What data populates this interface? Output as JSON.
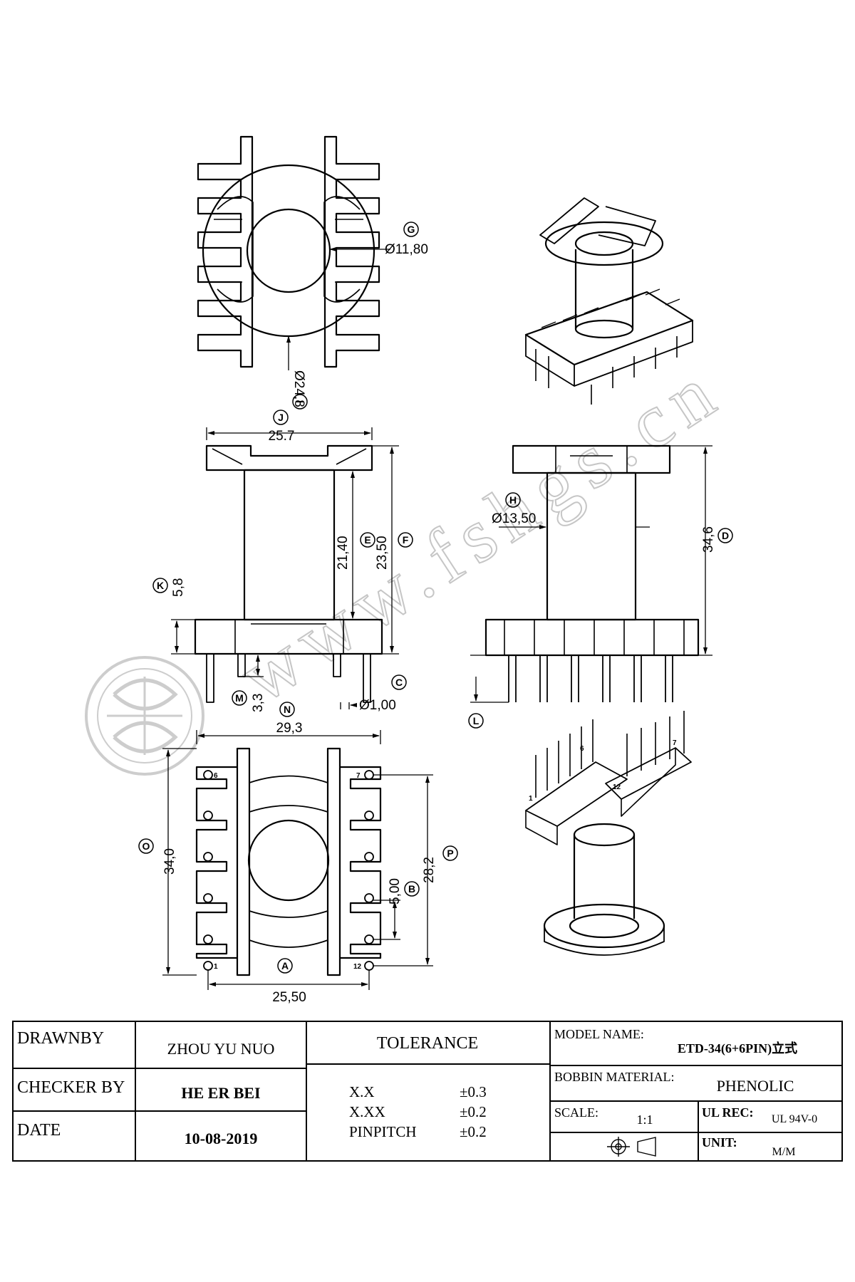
{
  "dims": {
    "G": {
      "letter": "G",
      "text": "Ø11,80"
    },
    "I": {
      "letter": "I",
      "text": "Ø24,8"
    },
    "J": {
      "letter": "J",
      "text": "25.7"
    },
    "E": {
      "letter": "E",
      "text": "21,40"
    },
    "F": {
      "letter": "F",
      "text": "23,50"
    },
    "K": {
      "letter": "K",
      "text": "5,8"
    },
    "M": {
      "letter": "M",
      "text": "3,3"
    },
    "C": {
      "letter": "C",
      "text": "Ø1,00"
    },
    "H": {
      "letter": "H",
      "text": "Ø13,50"
    },
    "D": {
      "letter": "D",
      "text": "34,6"
    },
    "L": {
      "letter": "L",
      "text": ""
    },
    "N": {
      "letter": "N",
      "text": "29,3"
    },
    "O": {
      "letter": "O",
      "text": "34,0"
    },
    "P": {
      "letter": "P",
      "text": "28,2"
    },
    "B": {
      "letter": "B",
      "text": "5,00"
    },
    "A": {
      "letter": "A",
      "text": "25,50"
    }
  },
  "pins": {
    "p1": "1",
    "p6": "6",
    "p7": "7",
    "p12": "12"
  },
  "watermark": "www.fshgs.cn",
  "title_block": {
    "drawn_by_label": "DRAWNBY",
    "drawn_by": "ZHOU YU NUO",
    "checker_label": "CHECKER BY",
    "checker": "HE ER BEI",
    "date_label": "DATE",
    "date": "10-08-2019",
    "tolerance_label": "TOLERANCE",
    "tol_rows": [
      {
        "k": "X.X",
        "v": "±0.3"
      },
      {
        "k": "X.XX",
        "v": "±0.2"
      },
      {
        "k": "PINPITCH",
        "v": "±0.2"
      }
    ],
    "model_label": "MODEL NAME:",
    "model": "ETD-34(6+6PIN)立式",
    "material_label": "BOBBIN MATERIAL:",
    "material": "PHENOLIC",
    "scale_label": "SCALE:",
    "scale": "1:1",
    "ul_label": "UL REC:",
    "ul": "UL 94V-0",
    "unit_label": "UNIT:",
    "unit": "M/M"
  }
}
